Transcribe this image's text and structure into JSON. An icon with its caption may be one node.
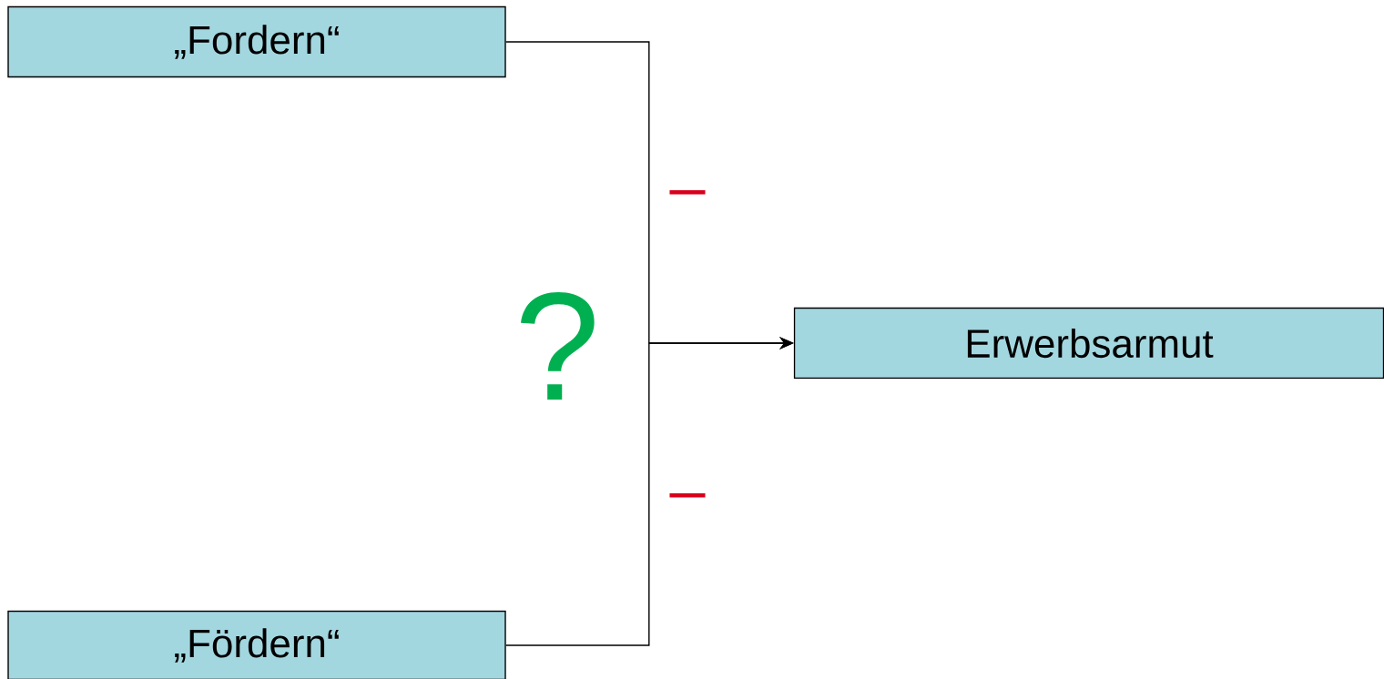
{
  "diagram": {
    "nodes": [
      {
        "text": [
          "„Fordern“"
        ]
      },
      {
        "text": [
          "„Fördern“"
        ]
      },
      {
        "text": [
          "Erwerbsarmut"
        ]
      }
    ],
    "edges": [
      {
        "from": 0,
        "to": 2,
        "arrow": "to",
        "label": "–"
      },
      {
        "from": 1,
        "to": 2,
        "arrow": "to",
        "label": "–"
      }
    ],
    "labels": [
      "?"
    ]
  }
}
